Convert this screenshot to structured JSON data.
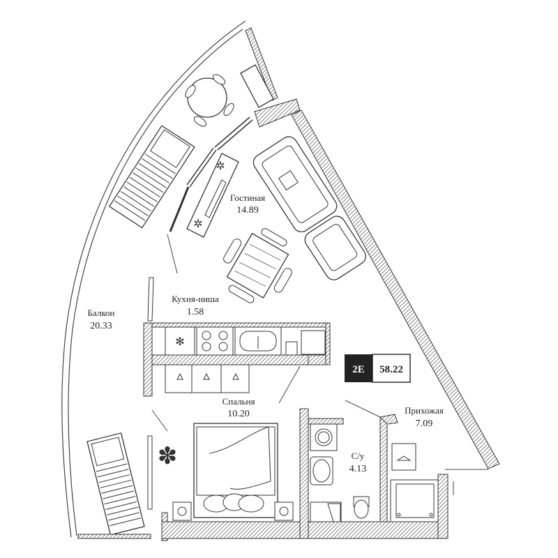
{
  "apartment": {
    "code": "2E",
    "total_area": "58.22"
  },
  "rooms": {
    "living": {
      "label": "Гостиная",
      "area": "14.89"
    },
    "kitchen": {
      "label": "Кухня-ниша",
      "area": "1.58"
    },
    "balcony": {
      "label": "Балкон",
      "area": "20.33"
    },
    "bedroom": {
      "label": "Спальня",
      "area": "10.20"
    },
    "hallway": {
      "label": "Прихожая",
      "area": "7.09"
    },
    "bathroom": {
      "label": "С/у",
      "area": "4.13"
    }
  },
  "colors": {
    "wall_hatch": "#555555",
    "badge_dark": "#222222",
    "badge_light": "#ffffff",
    "line": "#333333"
  }
}
